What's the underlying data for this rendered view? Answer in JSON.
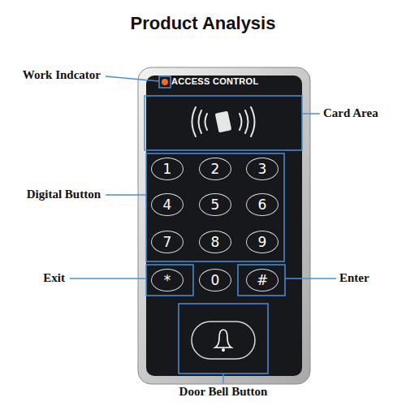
{
  "diagram": {
    "title": "Product Analysis",
    "nodes": [
      {
        "text": [
          "ACCESS CONTROL"
        ]
      },
      {
        "text": [
          "1"
        ],
        "in": 0
      },
      {
        "text": [
          "2"
        ],
        "in": 0
      },
      {
        "text": [
          "3"
        ],
        "in": 0
      },
      {
        "text": [
          "4"
        ],
        "in": 0
      },
      {
        "text": [
          "5"
        ],
        "in": 0
      },
      {
        "text": [
          "6"
        ],
        "in": 0
      },
      {
        "text": [
          "7"
        ],
        "in": 0
      },
      {
        "text": [
          "8"
        ],
        "in": 0
      },
      {
        "text": [
          "9"
        ],
        "in": 0
      },
      {
        "text": [
          "*"
        ],
        "in": 0
      },
      {
        "text": [
          "0"
        ],
        "in": 0
      },
      {
        "text": [
          "#"
        ],
        "in": 0
      }
    ],
    "labels": [
      "Work Indcator",
      "Card Area",
      "Digital Button",
      "Exit",
      "Enter",
      "Door Bell Button"
    ]
  }
}
